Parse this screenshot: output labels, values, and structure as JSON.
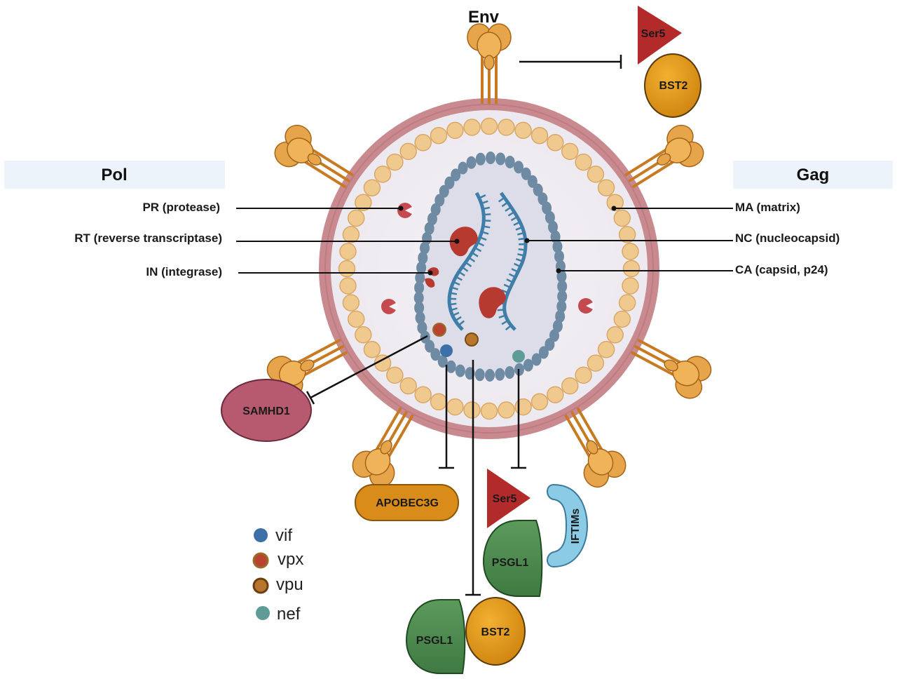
{
  "headers": {
    "env": "Env",
    "pol": "Pol",
    "gag": "Gag"
  },
  "pol_labels": {
    "pr": "PR (protease)",
    "rt": "RT (reverse transcriptase)",
    "in": "IN (integrase)"
  },
  "gag_labels": {
    "ma": "MA (matrix)",
    "nc": "NC (nucleocapsid)",
    "ca": "CA (capsid, p24)"
  },
  "restriction_factors": {
    "ser5_top": "Ser5",
    "bst2_top": "BST2",
    "samhd1": "SAMHD1",
    "apobec3g": "APOBEC3G",
    "ser5_mid": "Ser5",
    "iftims": "IFTIMs",
    "psgl1_mid": "PSGL1",
    "psgl1_bottom": "PSGL1",
    "bst2_bottom": "BST2"
  },
  "legend": [
    {
      "label": "vif",
      "color": "#3d6fa8"
    },
    {
      "label": "vpx",
      "color": "#b8432f"
    },
    {
      "label": "vpu",
      "color": "#b8752c"
    },
    {
      "label": "nef",
      "color": "#5f9c98"
    }
  ],
  "colors": {
    "envelope": "#c98a8f",
    "matrix": "#f0c98f",
    "capsid": "#6f8aa3",
    "enzyme": "#b63a2f",
    "env_protein": "#e7a54b",
    "samhd1": "#b7596f",
    "apobec3g": "#d98c1a",
    "psgl1": "#4f8a4f",
    "iftims": "#8ccbe6"
  }
}
